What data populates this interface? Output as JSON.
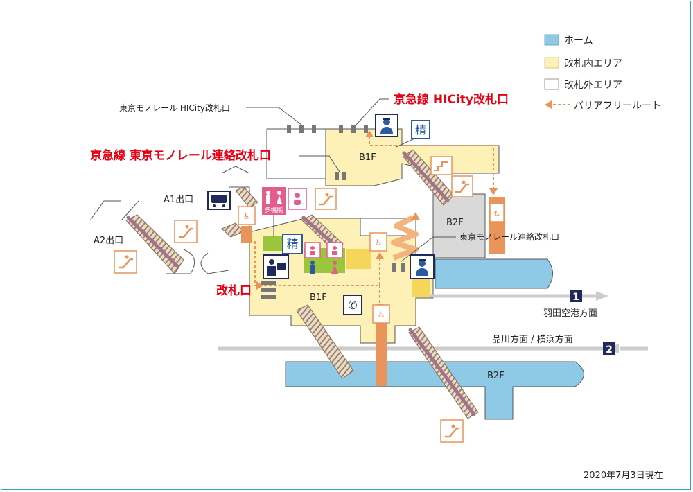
{
  "legend": {
    "platform": "ホーム",
    "inside": "改札内エリア",
    "outside": "改札外エリア",
    "barrier_free": "バリアフリールート"
  },
  "labels": {
    "monorail_hicity_gate": "東京モノレール HICity改札口",
    "keikyu_hicity_gate": "京急線 HICity改札口",
    "keikyu_monorail_gate": "京急線 東京モノレール連絡改札口",
    "monorail_transfer_gate": "東京モノレール連絡改札口",
    "main_gate": "改札口",
    "exit_a1": "A1出口",
    "exit_a2": "A2出口",
    "b1f_upper": "B1F",
    "b1f_lower": "B1F",
    "b2f_upper": "B2F",
    "b2f_lower": "B2F",
    "track1_number": "1",
    "track1_dest": "羽田空港方面",
    "track2_number": "2",
    "track2_dest": "品川方面 / 横浜方面",
    "date": "2020年7月3日現在",
    "fare_adjust_1": "精",
    "fare_adjust_2": "精",
    "multi_toilet": "多機能"
  },
  "colors": {
    "platform": "#8ecae6",
    "inside": "#fdf1b8",
    "outside": "#ffffff",
    "route": "#e8945a",
    "elevator": "#e8945a",
    "stairs": "#bba089",
    "escalator": "#a2748a",
    "red_text": "#e60012",
    "navy": "#1f2a5c",
    "green": "#9bc53d",
    "toilet_pink": "#e45c8c",
    "toilet_blue": "#2c5aa0"
  }
}
